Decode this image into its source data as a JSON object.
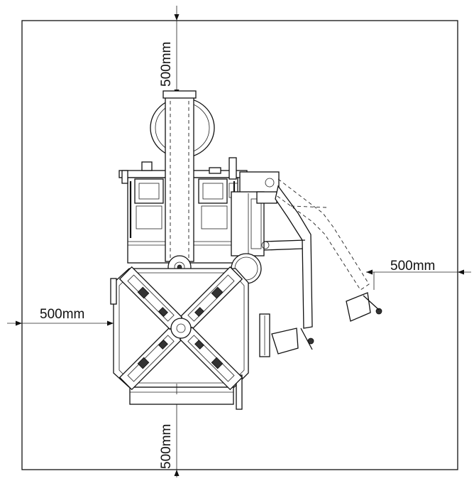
{
  "dimensions": {
    "top": "500mm",
    "bottom": "500mm",
    "left": "500mm",
    "right": "500mm"
  }
}
